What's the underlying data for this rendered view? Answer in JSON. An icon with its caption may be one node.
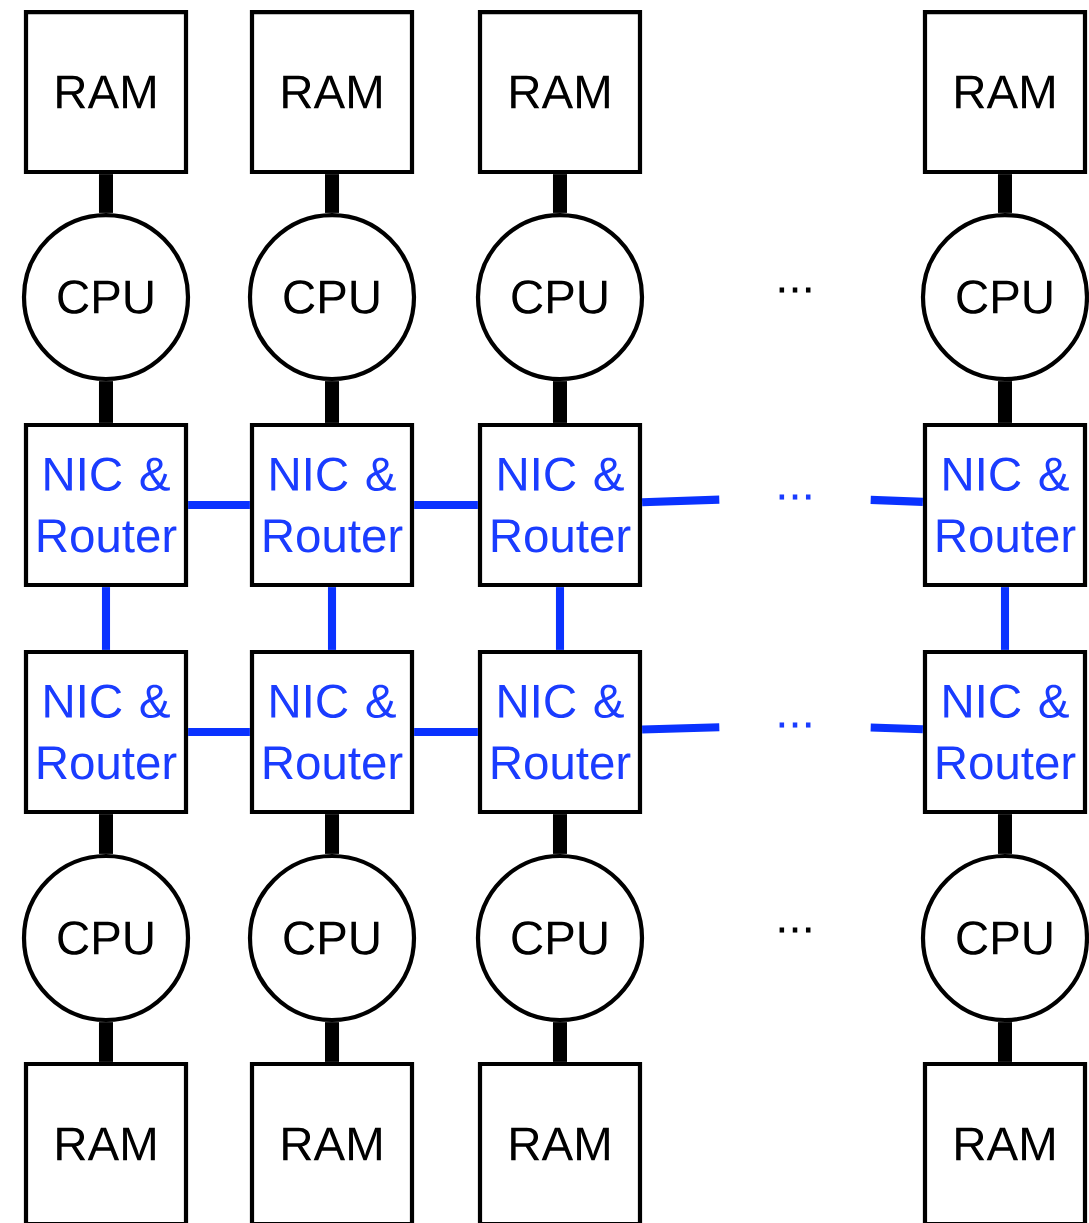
{
  "diagram": {
    "nodes": [
      {
        "text": [
          "RAM"
        ]
      },
      {
        "text": [
          "RAM"
        ]
      },
      {
        "text": [
          "RAM"
        ]
      },
      {
        "text": [
          "RAM"
        ]
      },
      {
        "text": [
          "CPU"
        ]
      },
      {
        "text": [
          "CPU"
        ]
      },
      {
        "text": [
          "CPU"
        ]
      },
      {
        "text": [
          "CPU"
        ]
      },
      {
        "text": [
          "NIC & Router"
        ]
      },
      {
        "text": [
          "NIC & Router"
        ]
      },
      {
        "text": [
          "NIC & Router"
        ]
      },
      {
        "text": [
          "..."
        ]
      },
      {
        "text": [
          "NIC & Router"
        ]
      },
      {
        "text": [
          "NIC & Router"
        ]
      },
      {
        "text": [
          "NIC & Router"
        ]
      },
      {
        "text": [
          "NIC & Router"
        ]
      },
      {
        "text": [
          "..."
        ]
      },
      {
        "text": [
          "NIC & Router"
        ]
      },
      {
        "text": [
          "CPU"
        ]
      },
      {
        "text": [
          "CPU"
        ]
      },
      {
        "text": [
          "CPU"
        ]
      },
      {
        "text": [
          "CPU"
        ]
      },
      {
        "text": [
          "RAM"
        ]
      },
      {
        "text": [
          "RAM"
        ]
      },
      {
        "text": [
          "RAM"
        ]
      },
      {
        "text": [
          "RAM"
        ]
      }
    ],
    "edges": [
      {
        "from": 0,
        "to": 4,
        "arrow": "none"
      },
      {
        "from": 1,
        "to": 5,
        "arrow": "none"
      },
      {
        "from": 2,
        "to": 6,
        "arrow": "none"
      },
      {
        "from": 3,
        "to": 7,
        "arrow": "none"
      },
      {
        "from": 4,
        "to": 8,
        "arrow": "none"
      },
      {
        "from": 5,
        "to": 9,
        "arrow": "none"
      },
      {
        "from": 6,
        "to": 10,
        "arrow": "none"
      },
      {
        "from": 7,
        "to": 12,
        "arrow": "none"
      },
      {
        "from": 8,
        "to": 9,
        "arrow": "none",
        "color": "#0a32ff"
      },
      {
        "from": 9,
        "to": 10,
        "arrow": "none",
        "color": "#0a32ff"
      },
      {
        "from": 10,
        "to": 11,
        "arrow": "none",
        "color": "#0a32ff"
      },
      {
        "from": 11,
        "to": 12,
        "arrow": "none",
        "color": "#0a32ff"
      },
      {
        "from": 8,
        "to": 13,
        "arrow": "none",
        "color": "#0a32ff"
      },
      {
        "from": 9,
        "to": 14,
        "arrow": "none",
        "color": "#0a32ff"
      },
      {
        "from": 10,
        "to": 15,
        "arrow": "none",
        "color": "#0a32ff"
      },
      {
        "from": 12,
        "to": 17,
        "arrow": "none",
        "color": "#0a32ff"
      },
      {
        "from": 13,
        "to": 14,
        "arrow": "none",
        "color": "#0a32ff"
      },
      {
        "from": 14,
        "to": 15,
        "arrow": "none",
        "color": "#0a32ff"
      },
      {
        "from": 15,
        "to": 16,
        "arrow": "none",
        "color": "#0a32ff"
      },
      {
        "from": 16,
        "to": 17,
        "arrow": "none",
        "color": "#0a32ff"
      },
      {
        "from": 13,
        "to": 18,
        "arrow": "none"
      },
      {
        "from": 14,
        "to": 19,
        "arrow": "none"
      },
      {
        "from": 15,
        "to": 20,
        "arrow": "none"
      },
      {
        "from": 17,
        "to": 21,
        "arrow": "none"
      },
      {
        "from": 18,
        "to": 22,
        "arrow": "none"
      },
      {
        "from": 19,
        "to": 23,
        "arrow": "none"
      },
      {
        "from": 20,
        "to": 24,
        "arrow": "none"
      },
      {
        "from": 21,
        "to": 25,
        "arrow": "none"
      }
    ],
    "labels": [
      "...",
      "..."
    ]
  }
}
